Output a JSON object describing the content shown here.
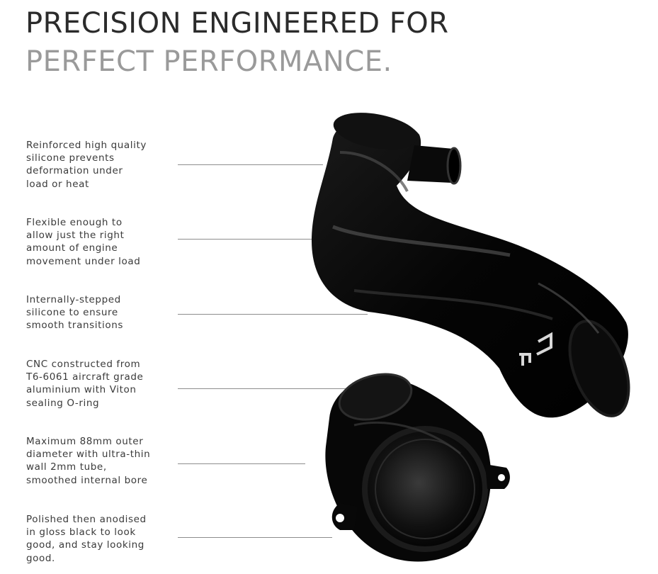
{
  "headline": {
    "line1": "PRECISION ENGINEERED FOR",
    "line2": "PERFECT PERFORMANCE."
  },
  "features": [
    {
      "text": "Reinforced high quality\nsilicone prevents\ndeformation under\nload or heat"
    },
    {
      "text": "Flexible enough to\nallow just the right\namount of engine\nmovement under load"
    },
    {
      "text": "Internally-stepped\nsilicone to ensure\nsmooth transitions"
    },
    {
      "text": "CNC constructed from\nT6-6061 aircraft grade\naluminium with Viton\nsealing O-ring"
    },
    {
      "text": "Maximum 88mm outer\ndiameter with ultra-thin\nwall 2mm tube,\nsmoothed internal bore"
    },
    {
      "text": "Polished then anodised\nin gloss black to look\ngood, and stay looking\ngood."
    }
  ],
  "colors": {
    "headline_primary": "#2b2b2b",
    "headline_secondary": "#9a9a9a",
    "body_text": "#3a3a3a",
    "leader_line": "#8d8d8d",
    "product": "#050505"
  }
}
